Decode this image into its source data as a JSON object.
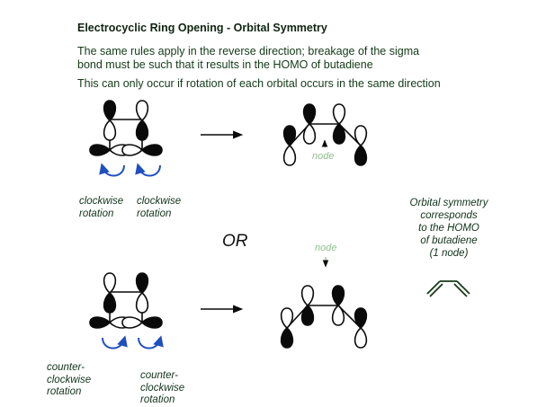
{
  "title": "Electrocyclic Ring Opening - Orbital Symmetry",
  "intro": {
    "line1": "The same rules apply in the reverse direction; breakage of the sigma",
    "line2": "bond must be such that it results in the HOMO of butadiene",
    "line3": "This can only occur if rotation of each orbital occurs in the same direction"
  },
  "top_path": {
    "rotation_left": [
      "clockwise",
      "rotation"
    ],
    "rotation_right": [
      "clockwise",
      "rotation"
    ],
    "node_label": "node",
    "node_arrow": "up-arrow"
  },
  "separator": "OR",
  "bottom_path": {
    "rotation_left": [
      "counter-",
      "clockwise",
      "rotation"
    ],
    "rotation_right": [
      "counter-",
      "clockwise",
      "rotation"
    ],
    "node_label": "node",
    "node_arrow": "down-arrow"
  },
  "side_note": {
    "lines": [
      "Orbital symmetry",
      "corresponds",
      "to the HOMO",
      "of butadiene",
      "(1 node)"
    ],
    "structure": "butadiene-skeletal"
  },
  "colors": {
    "text": "#133a18",
    "node_label": "#8fbf8f",
    "rotation_arrow": "#1f4fbf",
    "orbital": "#0a0a0a"
  }
}
